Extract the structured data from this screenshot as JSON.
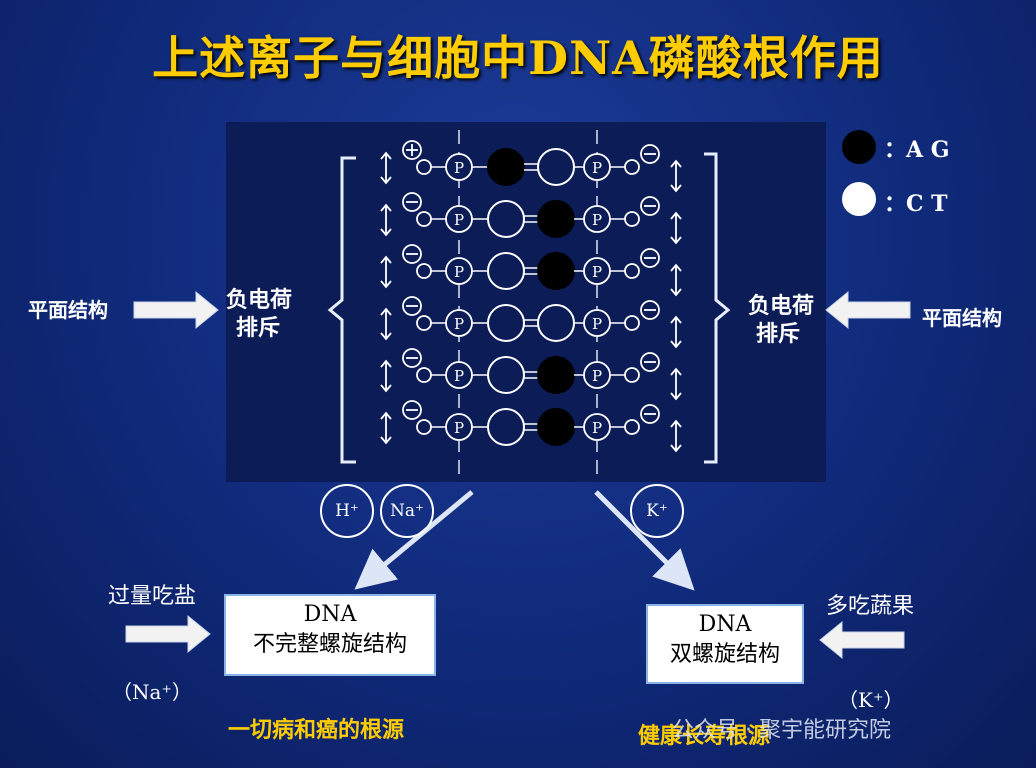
{
  "title": "上述离子与细胞中DNA磷酸根作用",
  "legend": {
    "purine_label": "：A G",
    "pyrimidine_label": "：C T",
    "purine_color": "#000000",
    "pyrimidine_color": "#ffffff"
  },
  "left_side": {
    "input_label": "平面结构",
    "effect_line1": "负电荷",
    "effect_line2": "排斥"
  },
  "right_side": {
    "input_label": "平面结构",
    "effect_line1": "负电荷",
    "effect_line2": "排斥"
  },
  "ions": {
    "h": "H⁺",
    "na": "Na⁺",
    "k": "K⁺"
  },
  "left_outcome": {
    "cause": "过量吃盐",
    "box_line1": "DNA",
    "box_line2": "不完整螺旋结构",
    "ion_note": "（Na⁺）",
    "result": "一切病和癌的根源"
  },
  "right_outcome": {
    "cause": "多吃蔬果",
    "box_line1": "DNA",
    "box_line2": "双螺旋结构",
    "ion_note": "（K⁺）",
    "result": "健康长寿根源"
  },
  "watermark": "公众号 · 聚宇能研究院",
  "dna_rows": [
    {
      "left_charge": "⊕",
      "right_charge": "⊖",
      "left_base": "black",
      "right_base": "white"
    },
    {
      "left_charge": "⊖",
      "right_charge": "⊖",
      "left_base": "white",
      "right_base": "black"
    },
    {
      "left_charge": "⊖",
      "right_charge": "⊖",
      "left_base": "white",
      "right_base": "black"
    },
    {
      "left_charge": "⊖",
      "right_charge": "⊖",
      "left_base": "white",
      "right_base": "white"
    },
    {
      "left_charge": "⊖",
      "right_charge": "⊖",
      "left_base": "white",
      "right_base": "black"
    },
    {
      "left_charge": "⊖",
      "right_charge": "⊖",
      "left_base": "white",
      "right_base": "black"
    }
  ],
  "phosphate_label": "P"
}
